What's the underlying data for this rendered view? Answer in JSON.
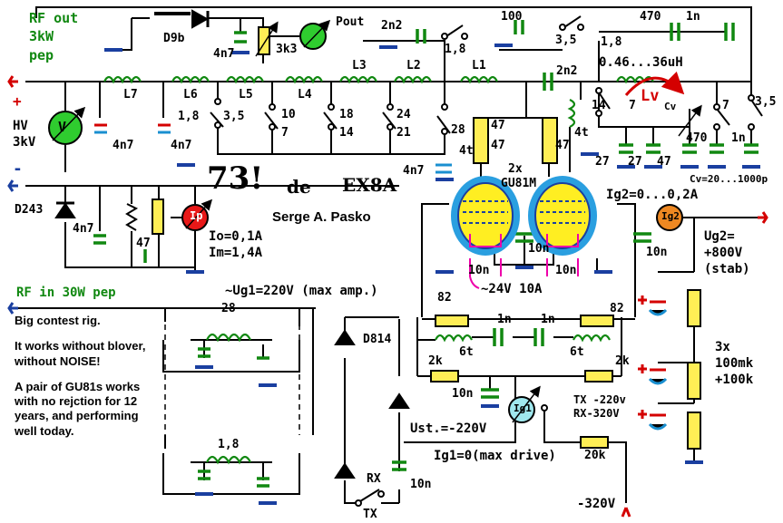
{
  "header": {
    "callsign": "73!",
    "de": "de",
    "station": "EX8A",
    "author": "Serge A. Pasko"
  },
  "ports": {
    "rf_out": [
      "RF out",
      "3kW",
      "pep"
    ],
    "rf_in": "RF in 30W pep",
    "hv_label": [
      "HV",
      "3kV"
    ],
    "plus": "+",
    "minus": "-"
  },
  "meters": {
    "pout": "Pout",
    "volt": "V",
    "ip": "Ip",
    "ig2": "Ig2",
    "ig1": "Ig1"
  },
  "currents": {
    "io": "Io=0,1A",
    "im": "Im=1,4A",
    "ig2_range": "Ig2=0...0,2A",
    "ig1": "Ig1=0(max drive)"
  },
  "supply": {
    "ug2": [
      "Ug2=",
      "+800V",
      "(stab)"
    ],
    "ug1": "~Ug1=220V (max amp.)",
    "heater": "~24V 10A",
    "ust": "Ust.=-220V",
    "tx_rx": [
      "TX -220v",
      "RX-320V"
    ],
    "neg320": "-320V",
    "resistors": [
      "3x",
      "100mk",
      "+100k"
    ]
  },
  "tubes": {
    "count": "2x",
    "type": "GU81M"
  },
  "components": {
    "d9b": "D9b",
    "d243": "D243",
    "d814": "D814",
    "c4n7": "4n7",
    "r3k3": "3k3",
    "r47": "47",
    "c2n2": "2n2",
    "c2n2b": "2n2",
    "c100": "100",
    "c470": "470",
    "c1n": "1n",
    "c10n": "10n",
    "r82": "82",
    "r2k": "2k",
    "r20k": "20k",
    "t6": "6t",
    "t4": "4t",
    "lv": "Lv",
    "cv": "Cv",
    "lv_range": "0.46...36uH",
    "cv_range": "Cv=20...1000p",
    "c27": "27",
    "c47": "47"
  },
  "inductors": [
    "L7",
    "L6",
    "L5",
    "L4",
    "L3",
    "L2",
    "L1"
  ],
  "bands": {
    "b18": "1,8",
    "b35": "3,5",
    "b10": "10",
    "b7": "7",
    "b18m": "18",
    "b14": "14",
    "b24": "24",
    "b21": "21",
    "b28": "28"
  },
  "input_bands": {
    "top": "28",
    "bottom": "1,8"
  },
  "switch_labels": {
    "rx": "RX",
    "tx": "TX"
  },
  "notes": [
    "Big contest rig.",
    "It works without blover, without NOISE!",
    "A pair of GU81s works with no rejction for 12 years, and performing well today."
  ],
  "colors": {
    "wire": "#000000",
    "cap": "#118811",
    "ground": "#1a3fa0",
    "meter_green": "#2fcc2f",
    "meter_red": "#e81818",
    "meter_orange": "#ee8822",
    "meter_cyan": "#a0e8ee",
    "tube": "#ffee22",
    "tube_ring": "#2a9fe0",
    "heater": "#ee00aa",
    "rf_arrow": "#d40000",
    "resistor": "#ffee55"
  }
}
